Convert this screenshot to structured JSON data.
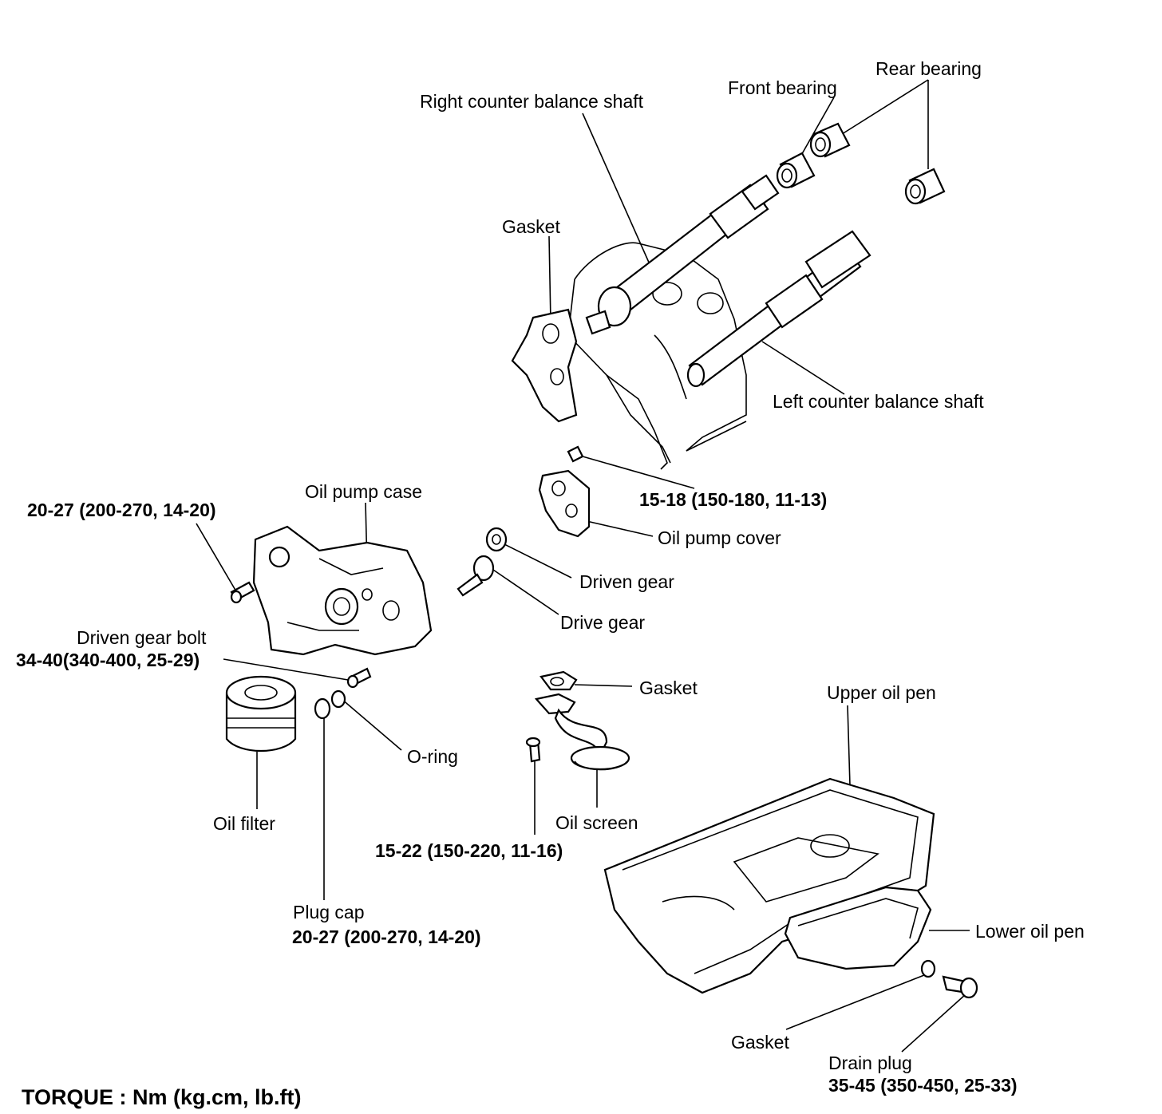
{
  "labels": {
    "rear_bearing": "Rear bearing",
    "front_bearing": "Front bearing",
    "right_shaft": "Right counter balance shaft",
    "gasket_top": "Gasket",
    "left_shaft": "Left counter balance shaft",
    "oil_pump_case": "Oil pump case",
    "torque_case": "20-27 (200-270, 14-20)",
    "torque_cover": "15-18 (150-180, 11-13)",
    "oil_pump_cover": "Oil pump cover",
    "driven_gear": "Driven gear",
    "drive_gear": "Drive gear",
    "driven_gear_bolt": "Driven gear bolt",
    "torque_driven_bolt": "34-40(340-400, 25-29)",
    "gasket_screen": "Gasket",
    "upper_oil_pen": "Upper oil pen",
    "o_ring": "O-ring",
    "oil_filter": "Oil filter",
    "oil_screen": "Oil screen",
    "torque_screen": "15-22 (150-220, 11-16)",
    "plug_cap": "Plug cap",
    "torque_plug_cap": "20-27 (200-270, 14-20)",
    "lower_oil_pen": "Lower oil pen",
    "gasket_drain": "Gasket",
    "drain_plug": "Drain plug",
    "torque_drain": "35-45 (350-450, 25-33)",
    "legend": "TORQUE : Nm (kg.cm, lb.ft)"
  }
}
